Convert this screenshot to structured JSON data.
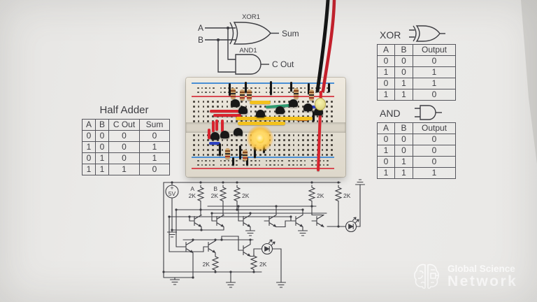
{
  "gate_diagram": {
    "input_a": "A",
    "input_b": "B",
    "xor_gate_label": "XOR1",
    "and_gate_label": "AND1",
    "sum_label": "Sum",
    "carry_label": "C Out"
  },
  "half_adder_table": {
    "title": "Half Adder",
    "headers": [
      "A",
      "B",
      "C Out",
      "Sum"
    ],
    "rows": [
      [
        "0",
        "0",
        "0",
        "0"
      ],
      [
        "1",
        "0",
        "0",
        "1"
      ],
      [
        "0",
        "1",
        "0",
        "1"
      ],
      [
        "1",
        "1",
        "1",
        "0"
      ]
    ]
  },
  "xor_section": {
    "title": "XOR",
    "headers": [
      "A",
      "B",
      "Output"
    ],
    "rows": [
      [
        "0",
        "0",
        "0"
      ],
      [
        "1",
        "0",
        "1"
      ],
      [
        "0",
        "1",
        "1"
      ],
      [
        "1",
        "1",
        "0"
      ]
    ]
  },
  "and_section": {
    "title": "AND",
    "headers": [
      "A",
      "B",
      "Output"
    ],
    "rows": [
      [
        "0",
        "0",
        "0"
      ],
      [
        "1",
        "0",
        "0"
      ],
      [
        "0",
        "1",
        "0"
      ],
      [
        "1",
        "1",
        "1"
      ]
    ]
  },
  "schematic": {
    "supply_plus": "+",
    "supply_label": "5V",
    "input_a_label": "A",
    "input_b_label": "B",
    "resistor_value": "2K"
  },
  "watermark": {
    "line1": "Global Science",
    "line2": "Network"
  },
  "colors": {
    "ink": "#3d3d42",
    "rail-red": "#d84a52",
    "rail-blue": "#4a8fd4",
    "wire-red": "#d8242e",
    "wire-black": "#161616",
    "wire-yellow": "#f3c11d",
    "wire-green": "#2e9b72",
    "wire-blue": "#2b3fc0",
    "wire-orange": "#e2762a",
    "led-glow": "#ffd43a"
  }
}
